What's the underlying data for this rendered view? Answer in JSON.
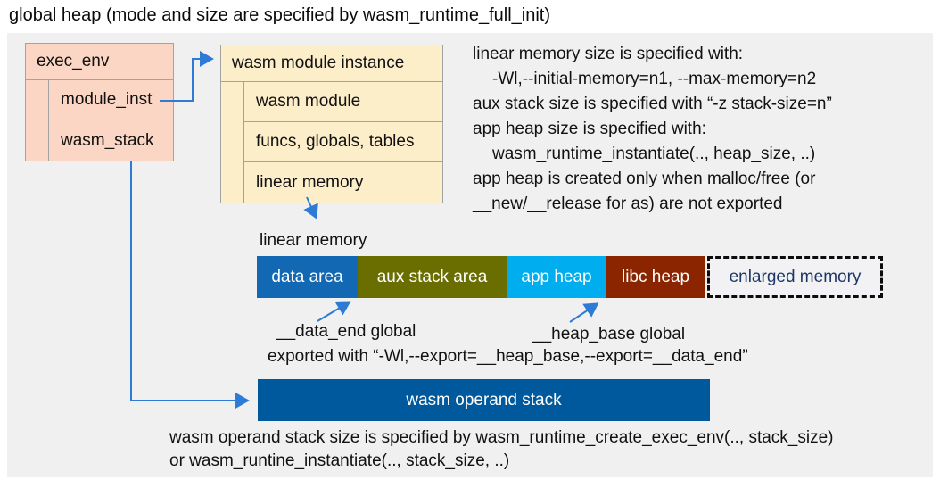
{
  "title": "global heap (mode and size are specified by wasm_runtime_full_init)",
  "exec_env": {
    "header": "exec_env",
    "rows": [
      "module_inst",
      "wasm_stack"
    ]
  },
  "module_instance": {
    "header": "wasm module instance",
    "rows": [
      "wasm module",
      "funcs, globals, tables",
      "linear memory"
    ]
  },
  "notes_right": {
    "lines": [
      "linear memory size is specified with:",
      "-Wl,--initial-memory=n1, --max-memory=n2",
      "aux stack size is specified with “-z stack-size=n”",
      "app heap size is specified with:",
      "wasm_runtime_instantiate(.., heap_size, ..)",
      "app heap is created only when malloc/free (or",
      "__new/__release for as) are not exported"
    ]
  },
  "linear_memory": {
    "label": "linear memory",
    "segments": [
      {
        "label": "data area",
        "color": "#1268b3"
      },
      {
        "label": "aux stack area",
        "color": "#6a6e00"
      },
      {
        "label": "app heap",
        "color": "#00aeef"
      },
      {
        "label": "libc heap",
        "color": "#8b2500"
      }
    ],
    "enlarged_label": "enlarged memory"
  },
  "annotations": {
    "data_end": "__data_end global",
    "heap_base": "__heap_base global",
    "exported": "exported with “-Wl,--export=__heap_base,--export=__data_end”"
  },
  "operand_stack": {
    "label": "wasm operand stack"
  },
  "notes_bottom": {
    "lines": [
      "wasm operand stack size is specified by wasm_runtime_create_exec_env(.., stack_size)",
      "or wasm_runtine_instantiate(.., stack_size, ..)"
    ]
  },
  "colors": {
    "panel_bg": "#f0f0f1",
    "exec_env_fill": "#fcd6c4",
    "module_instance_fill": "#fdeeca",
    "box_border": "#a3a3a3",
    "data_area": "#1268b3",
    "aux_stack_area": "#6a6e00",
    "app_heap": "#00aeef",
    "libc_heap": "#8b2500",
    "operand_stack": "#00599c",
    "enlarged_text": "#1c3666",
    "arrow": "#2e7bd6"
  }
}
